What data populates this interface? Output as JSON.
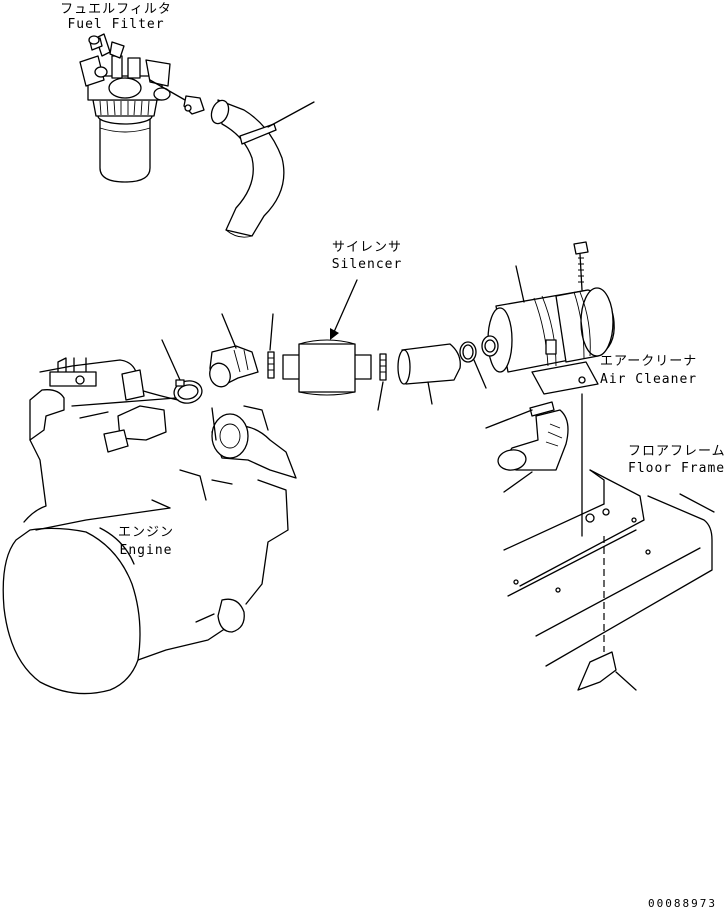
{
  "labels": {
    "fuel_filter_jp": "フュエルフィルタ",
    "fuel_filter_en": "Fuel Filter",
    "silencer_jp": "サイレンサ",
    "silencer_en": "Silencer",
    "air_cleaner_jp": "エアークリーナ",
    "air_cleaner_en": "Air Cleaner",
    "floor_frame_jp": "フロアフレーム",
    "floor_frame_en": "Floor Frame",
    "engine_jp": "エンジン",
    "engine_en": "Engine"
  },
  "drawing_number": "00088973"
}
